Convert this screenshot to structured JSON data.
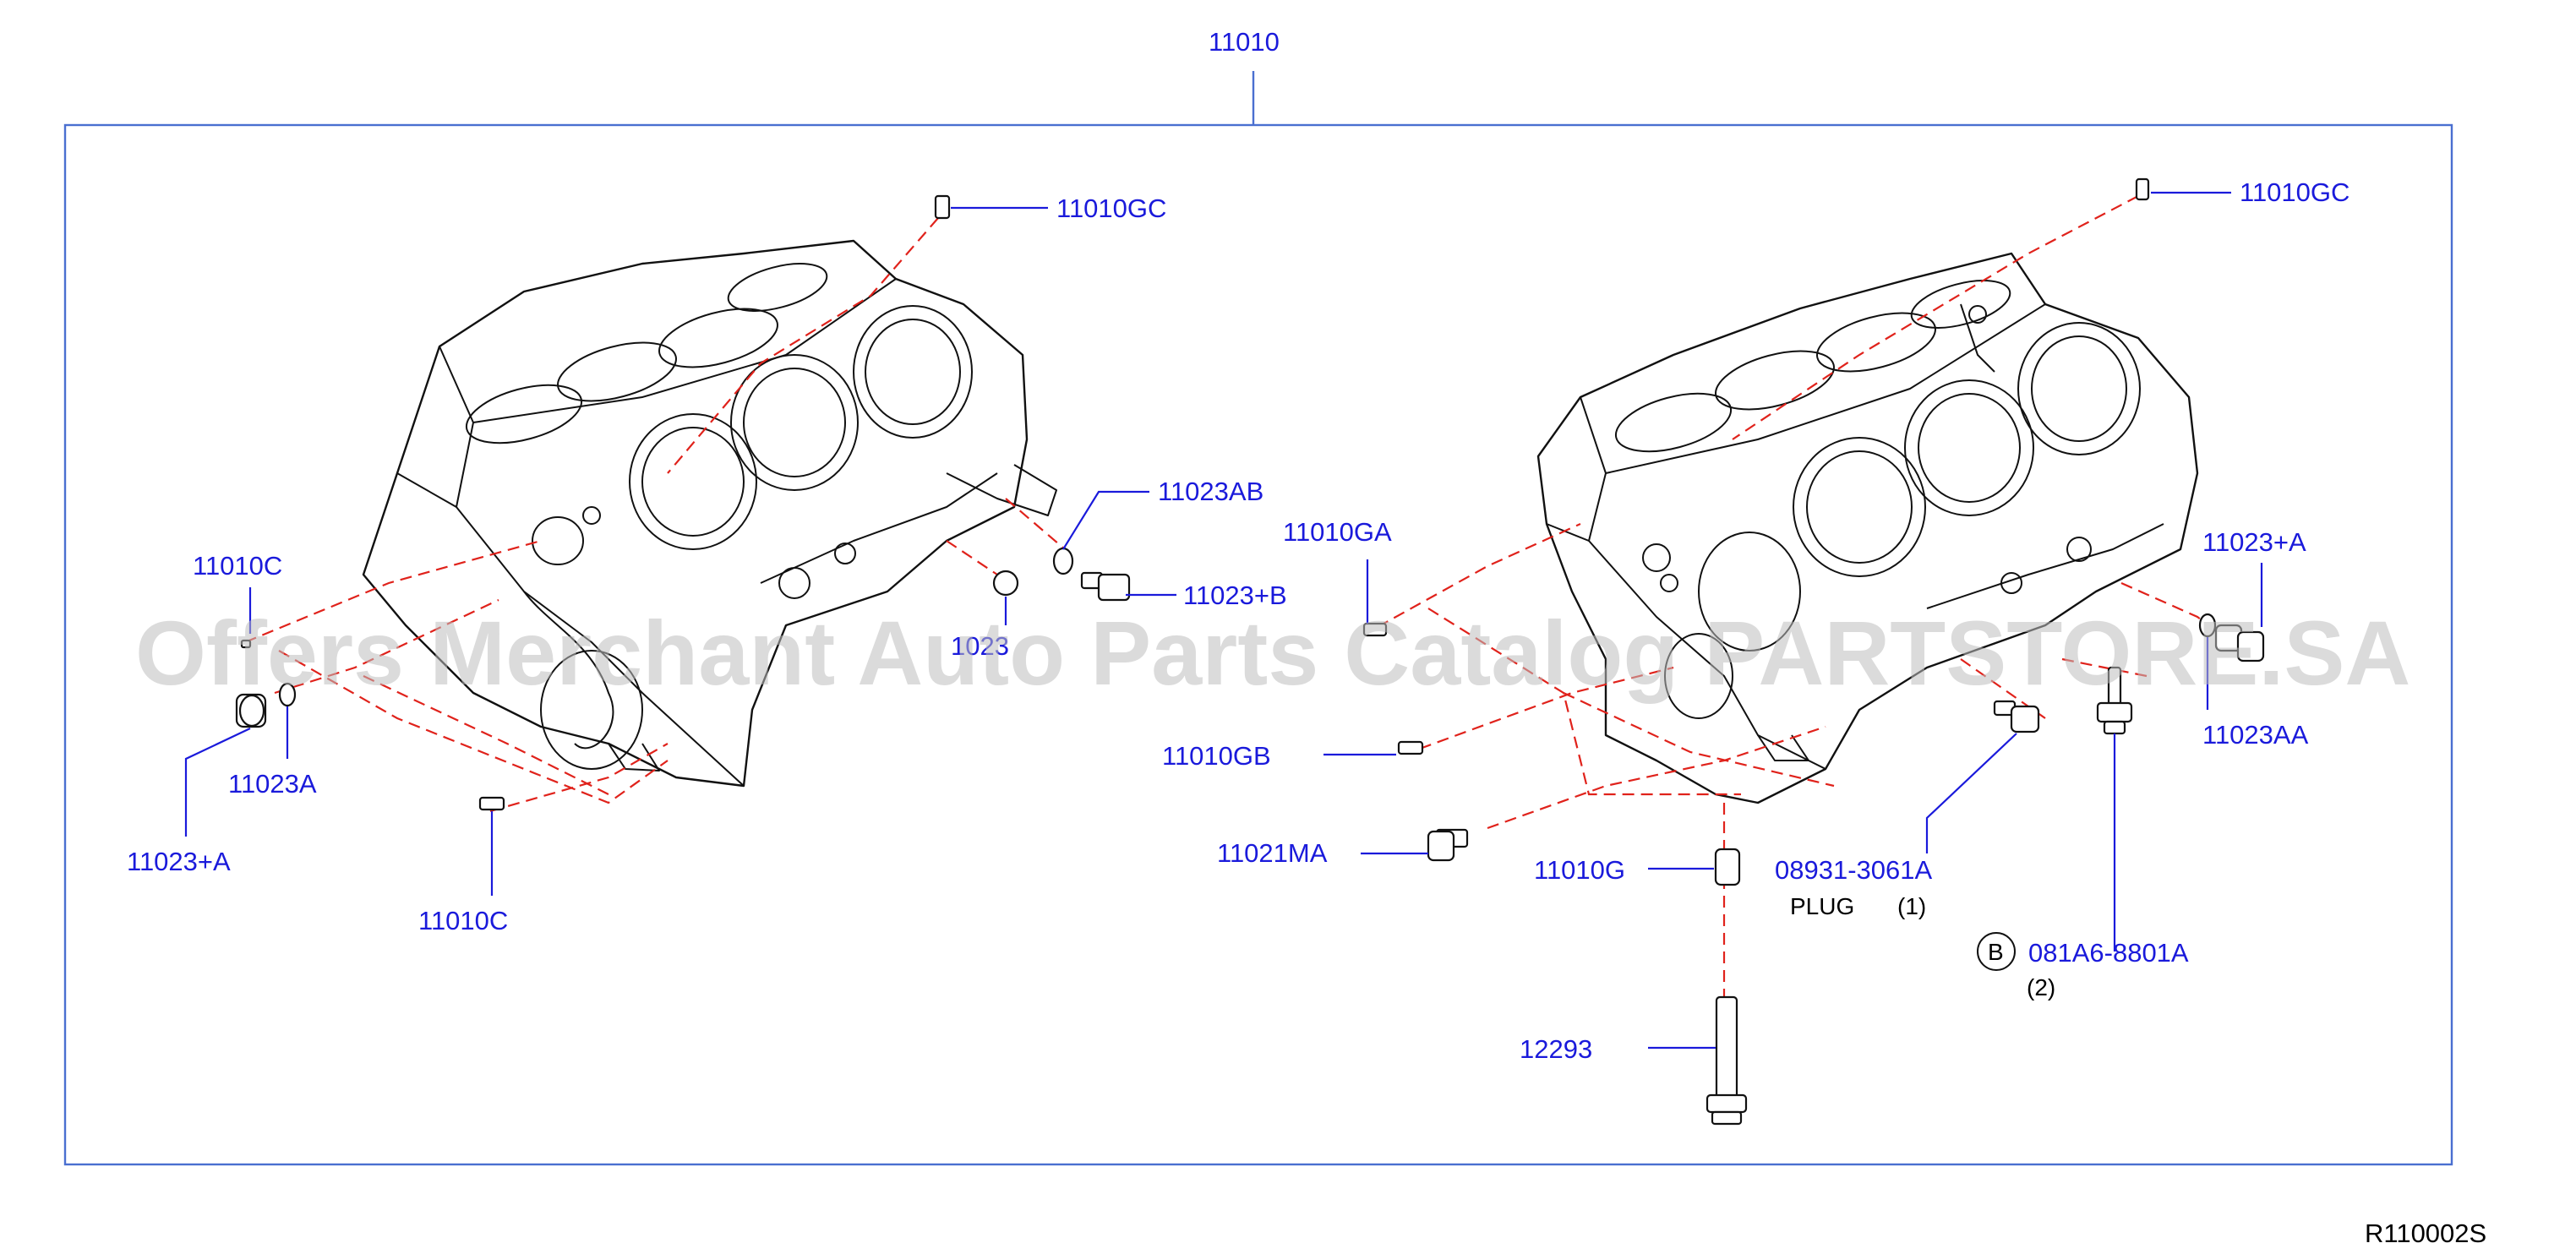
{
  "diagram": {
    "assembly_label": "11010",
    "figure_code": "R110002S",
    "watermark": "Offers Merchant Auto Parts Catalog PARTSTORE.SA",
    "labels": {
      "left_gc": "11010GC",
      "left_ab": "11023AB",
      "left_c_upper": "11010C",
      "left_plus_b": "11023+B",
      "left_partial": "1023",
      "left_a": "11023A",
      "left_plus_a": "11023+A",
      "left_c_lower": "11010C",
      "right_gc": "11010GC",
      "right_ga": "11010GA",
      "right_plus_a": "11023+A",
      "right_aa": "11023AA",
      "right_gb": "11010GB",
      "right_ma": "11021MA",
      "right_g": "11010G",
      "plug_code": "08931-3061A",
      "plug_name": "PLUG",
      "plug_qty": "(1)",
      "bolt_badge": "B",
      "bolt_code": "081A6-8801A",
      "bolt_qty": "(2)",
      "stud": "12293"
    },
    "colors": {
      "label": "#1a1adb",
      "leader_dash": "#e0221b",
      "frame": "#4a6fd0"
    }
  }
}
